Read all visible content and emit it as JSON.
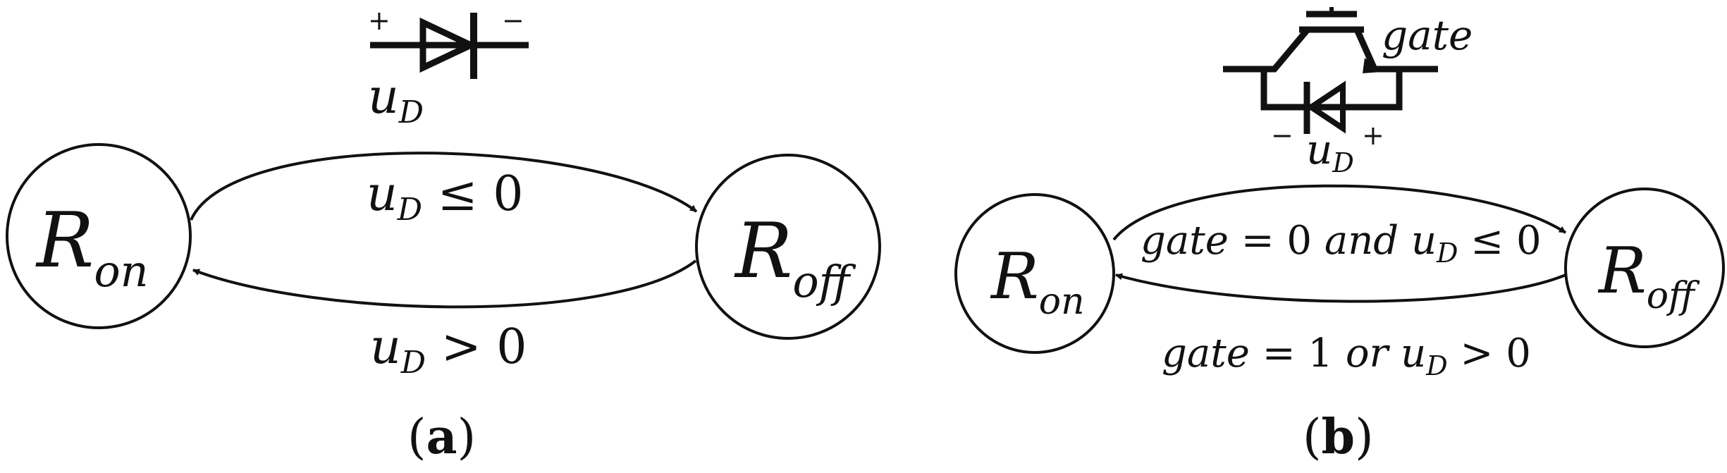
{
  "panel_a": {
    "caption_open": "(",
    "caption_letter": "a",
    "caption_close": ")",
    "diode": {
      "plus": "+",
      "minus": "−",
      "label_main": "u",
      "label_sub": "D"
    },
    "state_on": {
      "main": "R",
      "sub": "on"
    },
    "state_off": {
      "main": "R",
      "sub": "off"
    },
    "edge_top": {
      "var": "u",
      "sub": "D",
      "rest": " ≤ 0"
    },
    "edge_bottom": {
      "var": "u",
      "sub": "D",
      "rest": " > 0"
    }
  },
  "panel_b": {
    "caption_open": "(",
    "caption_letter": "b",
    "caption_close": ")",
    "igbt": {
      "gate_label": "gate",
      "minus": "−",
      "plus": "+",
      "label_main": "u",
      "label_sub": "D"
    },
    "state_on": {
      "main": "R",
      "sub": "on"
    },
    "state_off": {
      "main": "R",
      "sub": "off"
    },
    "edge_top": {
      "pre": "gate",
      "mid": " = 0 ",
      "conj": "and",
      "var": " u",
      "sub": "D",
      "rest": " ≤ 0"
    },
    "edge_bottom": {
      "pre": "gate",
      "mid": " = 1 ",
      "conj": "or",
      "var": " u",
      "sub": "D",
      "rest": " > 0"
    }
  }
}
